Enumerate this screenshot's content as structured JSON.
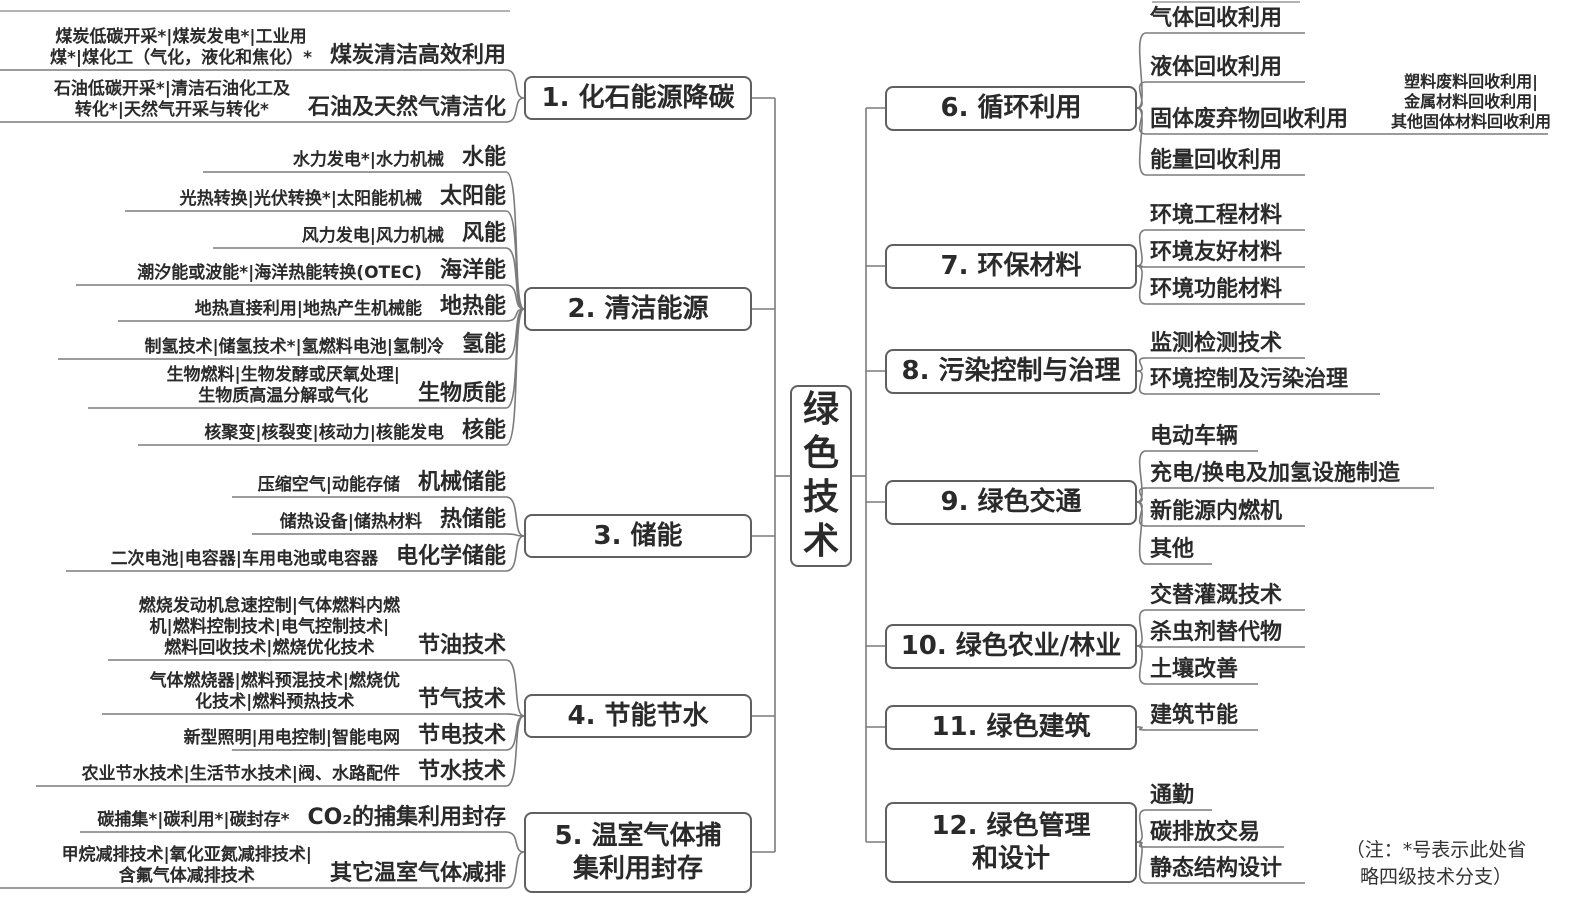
{
  "root_label": "绿\n色\n技\n术",
  "note": "（注：*号表示此处省\n略四级技术分支）",
  "left_groups": [
    {
      "box": "1. 化石能源降碳",
      "rows": [
        {
          "leaf": "煤炭低碳开采*|煤炭发电*|工业用\n煤*|煤化工（气化，液化和焦化）*",
          "label": "煤炭清洁高效利用"
        },
        {
          "leaf": "石油低碳开采*|清洁石油化工及\n转化*|天然气开采与转化*",
          "label": "石油及天然气清洁化"
        }
      ]
    },
    {
      "box": "2. 清洁能源",
      "rows": [
        {
          "leaf": "水力发电*|水力机械",
          "label": "水能"
        },
        {
          "leaf": "光热转换|光伏转换*|太阳能机械",
          "label": "太阳能"
        },
        {
          "leaf": "风力发电|风力机械",
          "label": "风能"
        },
        {
          "leaf": "潮汐能或波能*|海洋热能转换(OTEC)",
          "label": "海洋能"
        },
        {
          "leaf": "地热直接利用|地热产生机械能",
          "label": "地热能"
        },
        {
          "leaf": "制氢技术|储氢技术*|氢燃料电池|氢制冷",
          "label": "氢能"
        },
        {
          "leaf": "生物燃料|生物发酵或厌氧处理|\n生物质高温分解或气化",
          "label": "生物质能"
        },
        {
          "leaf": "核聚变|核裂变|核动力|核能发电",
          "label": "核能"
        }
      ]
    },
    {
      "box": "3. 储能",
      "rows": [
        {
          "leaf": "压缩空气|动能存储",
          "label": "机械储能"
        },
        {
          "leaf": "储热设备|储热材料",
          "label": "热储能"
        },
        {
          "leaf": "二次电池|电容器|车用电池或电容器",
          "label": "电化学储能"
        }
      ]
    },
    {
      "box": "4. 节能节水",
      "rows": [
        {
          "leaf": "燃烧发动机怠速控制|气体燃料内燃\n机|燃料控制技术|电气控制技术|\n燃料回收技术|燃烧优化技术",
          "label": "节油技术"
        },
        {
          "leaf": "气体燃烧器|燃料预混技术|燃烧优\n化技术|燃料预热技术",
          "label": "节气技术"
        },
        {
          "leaf": "新型照明|用电控制|智能电网",
          "label": "节电技术"
        },
        {
          "leaf": "农业节水技术|生活节水技术|阀、水路配件",
          "label": "节水技术"
        }
      ]
    },
    {
      "box": "5. 温室气体捕\n集利用封存",
      "rows": [
        {
          "leaf": "碳捕集*|碳利用*|碳封存*",
          "label": "CO₂的捕集利用封存"
        },
        {
          "leaf": "甲烷减排技术|氧化亚氮减排技术|\n含氟气体减排技术",
          "label": "其它温室气体减排"
        }
      ]
    }
  ],
  "right_groups": [
    {
      "box": "6. 循环利用",
      "rows": [
        {
          "label": "气体回收利用"
        },
        {
          "label": "液体回收利用"
        },
        {
          "label": "固体废弃物回收利用",
          "leaf": "塑料废料回收利用|\n金属材料回收利用|\n其他固体材料回收利用"
        },
        {
          "label": "能量回收利用"
        }
      ]
    },
    {
      "box": "7. 环保材料",
      "rows": [
        {
          "label": "环境工程材料"
        },
        {
          "label": "环境友好材料"
        },
        {
          "label": "环境功能材料"
        }
      ]
    },
    {
      "box": "8. 污染控制与治理",
      "rows": [
        {
          "label": "监测检测技术"
        },
        {
          "label": "环境控制及污染治理"
        }
      ]
    },
    {
      "box": "9. 绿色交通",
      "rows": [
        {
          "label": "电动车辆"
        },
        {
          "label": "充电/换电及加氢设施制造"
        },
        {
          "label": "新能源内燃机"
        },
        {
          "label": "其他"
        }
      ]
    },
    {
      "box": "10. 绿色农业/林业",
      "rows": [
        {
          "label": "交替灌溉技术"
        },
        {
          "label": "杀虫剂替代物"
        },
        {
          "label": "土壤改善"
        }
      ]
    },
    {
      "box": "11. 绿色建筑",
      "rows": [
        {
          "label": "建筑节能"
        }
      ]
    },
    {
      "box": "12. 绿色管理\n和设计",
      "rows": [
        {
          "label": "通勤"
        },
        {
          "label": "碳排放交易"
        },
        {
          "label": "静态结构设计"
        }
      ]
    }
  ]
}
